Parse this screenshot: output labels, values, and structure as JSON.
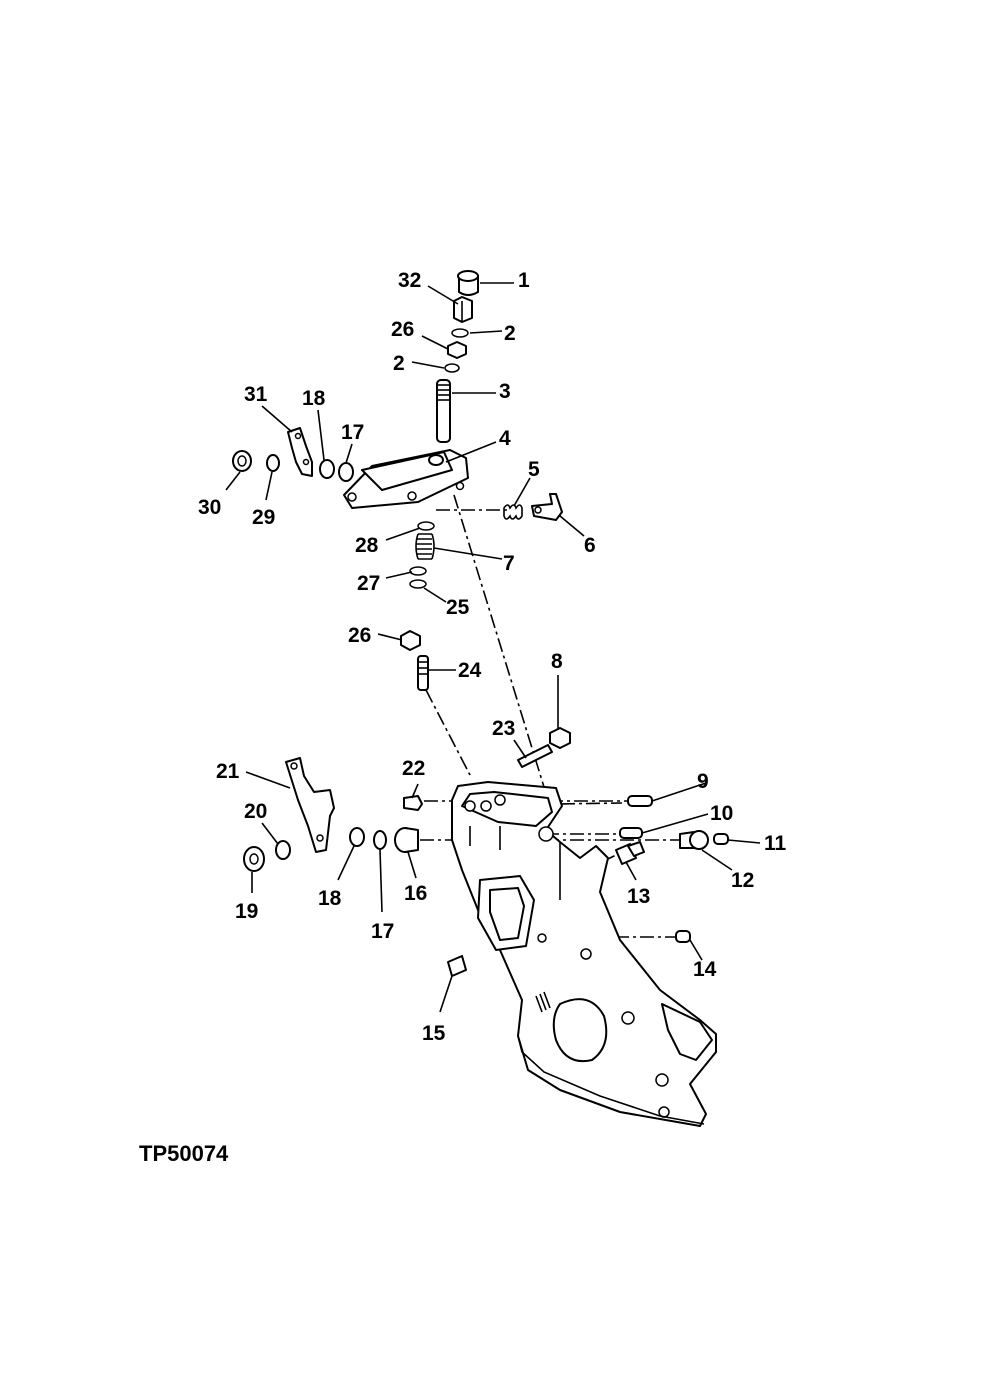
{
  "figure": {
    "id": "TP50074",
    "callouts": [
      "1",
      "2",
      "3",
      "4",
      "5",
      "6",
      "7",
      "8",
      "9",
      "10",
      "11",
      "12",
      "13",
      "14",
      "15",
      "16",
      "17",
      "18",
      "19",
      "20",
      "21",
      "22",
      "23",
      "24",
      "25",
      "26",
      "27",
      "28",
      "29",
      "30",
      "31",
      "32"
    ]
  }
}
